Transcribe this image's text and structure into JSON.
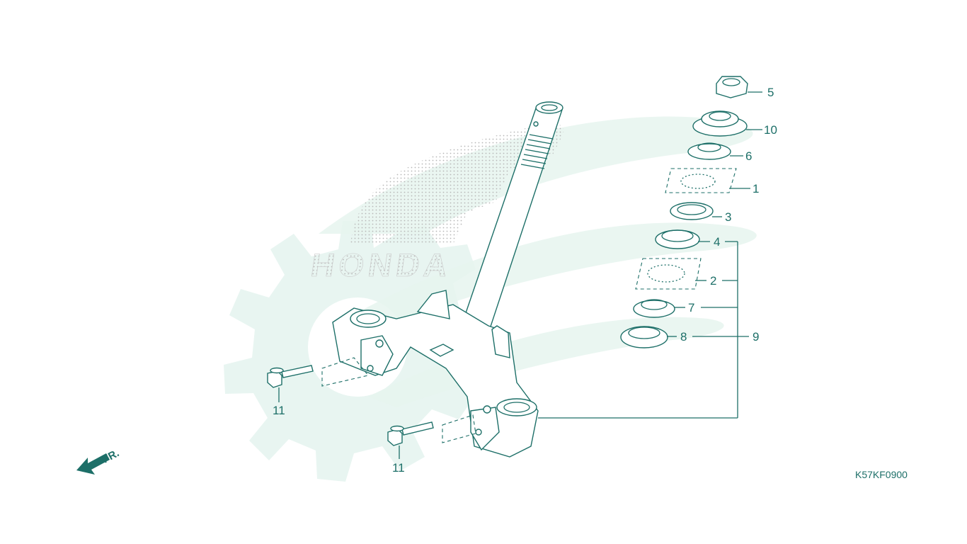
{
  "diagram": {
    "watermark_text": "HONDA",
    "figure_code": "K57KF0900",
    "front_label": "FR.",
    "callouts": {
      "c1": "1",
      "c2": "2",
      "c3": "3",
      "c4": "4",
      "c5": "5",
      "c6": "6",
      "c7": "7",
      "c8": "8",
      "c9": "9",
      "c10": "10",
      "c11a": "11",
      "c11b": "11"
    },
    "colors": {
      "ink": "#1d6f68",
      "watermark": "#e4f3ee"
    }
  }
}
